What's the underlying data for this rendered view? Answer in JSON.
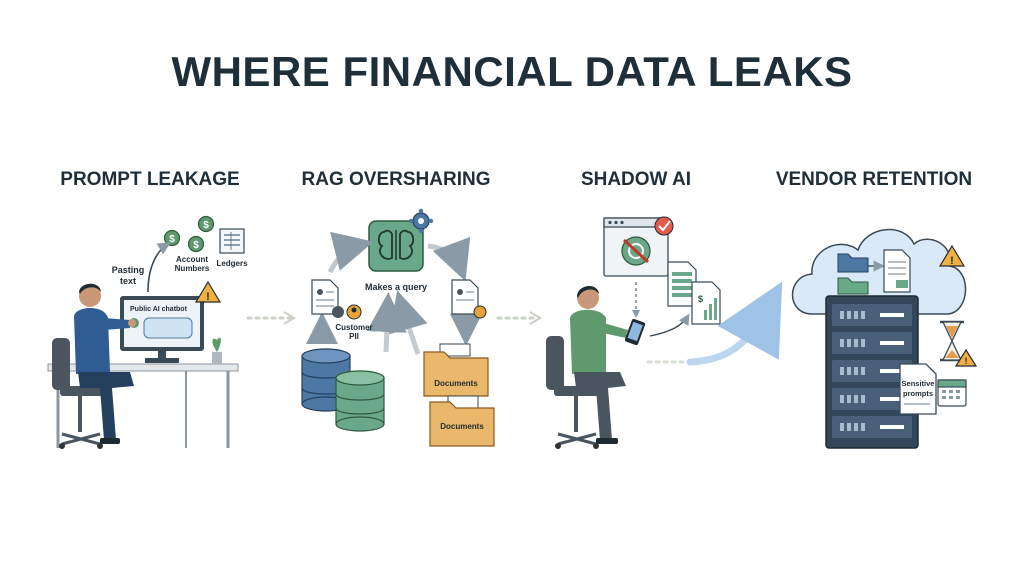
{
  "title": "WHERE FINANCIAL DATA LEAKS",
  "sections": {
    "prompt": {
      "title": "PROMPT LEAKAGE",
      "pasting": [
        "Pasting",
        "text"
      ],
      "account": [
        "Account",
        "Numbers"
      ],
      "ledgers": "Ledgers",
      "chatbot": "Public AI chatbot"
    },
    "rag": {
      "title": "RAG OVERSHARING",
      "query": "Makes a query",
      "pii": [
        "Customer",
        "PII"
      ],
      "doc1": "Documents",
      "doc2": "Documents"
    },
    "shadow": {
      "title": "SHADOW AI"
    },
    "vendor": {
      "title": "VENDOR RETENTION",
      "sensitive": [
        "Sensitive",
        "prompts"
      ]
    }
  },
  "colors": {
    "navy": "#24405e",
    "green": "#5e9a6e",
    "teal": "#6aa88a",
    "blue": "#4e78a4",
    "folder": "#e9b86a",
    "warning": "#e8a43a",
    "cloud": "#d9e9f7",
    "server": "#34465a"
  }
}
